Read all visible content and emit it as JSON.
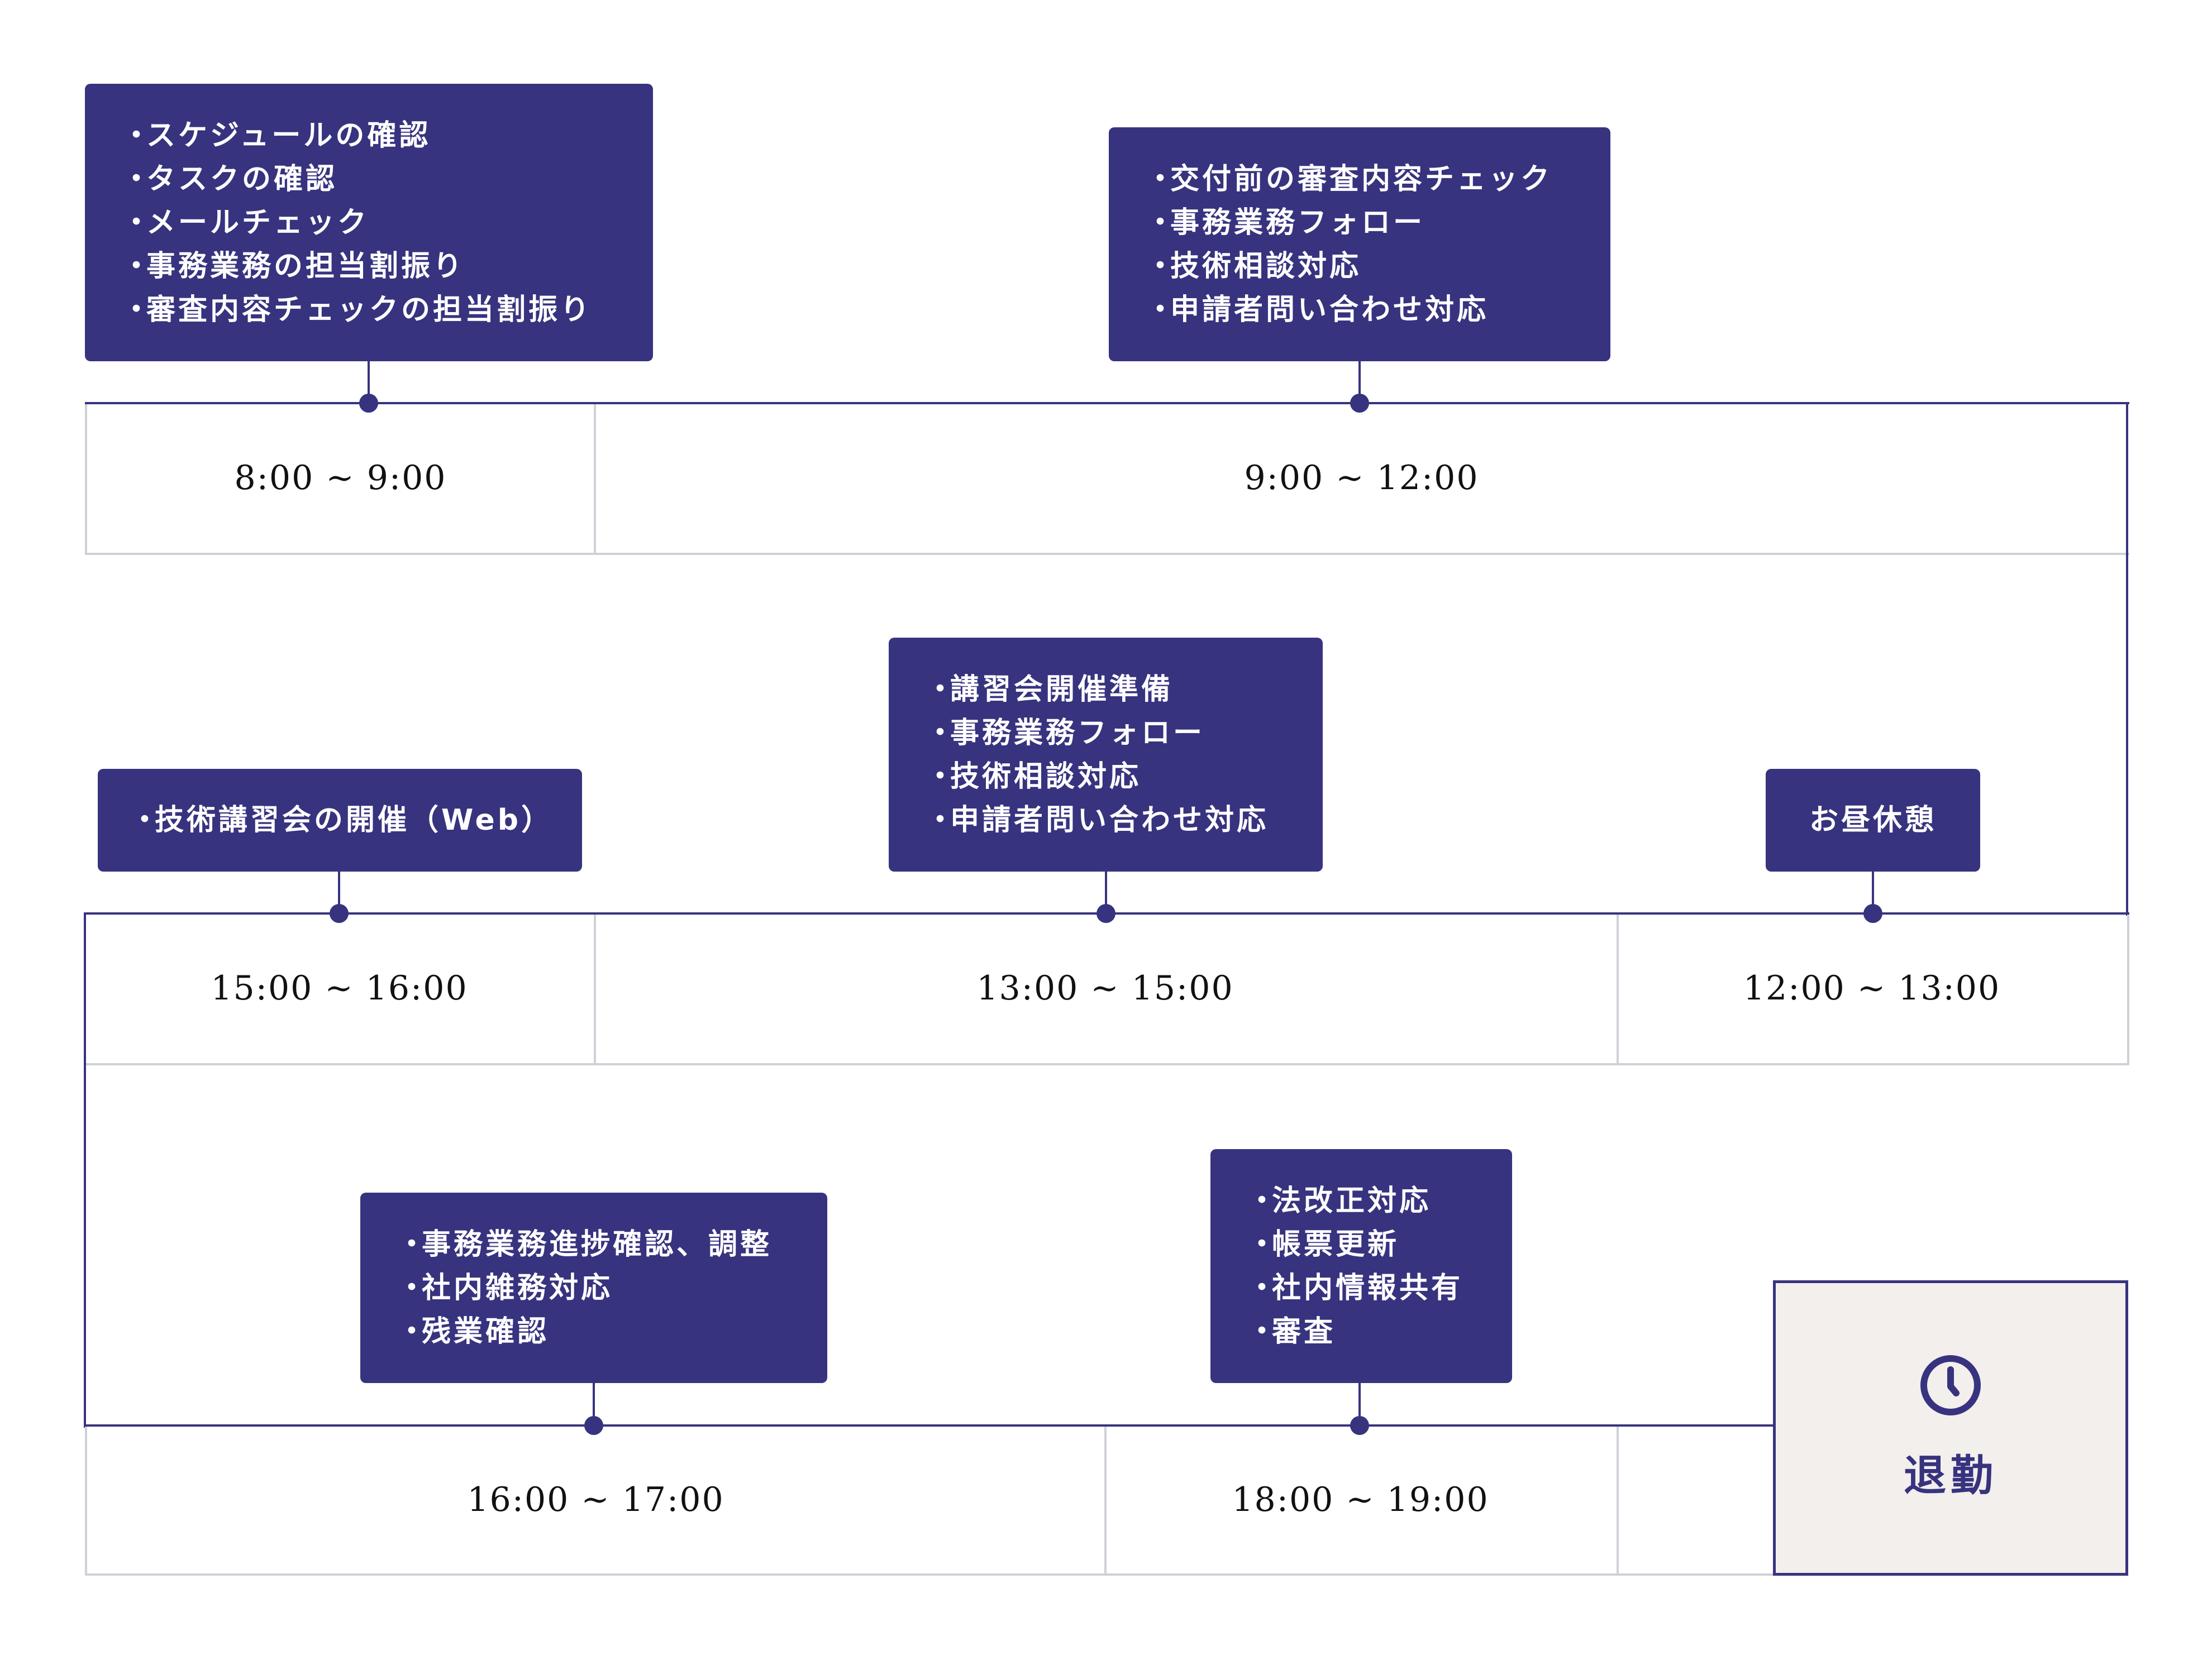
{
  "colors": {
    "accent": "#37337f",
    "grid": "#cfd0d8",
    "end_bg": "#f2efec",
    "text_light": "#ffffff",
    "text_dark": "#111111"
  },
  "bullet": "・",
  "rows": [
    {
      "slots": [
        {
          "time": "8:00 ~ 9:00",
          "tasks": [
            "スケジュールの確認",
            "タスクの確認",
            "メールチェック",
            "事務業務の担当割振り",
            "審査内容チェックの担当割振り"
          ]
        },
        {
          "time": "9:00 ~ 12:00",
          "tasks": [
            "交付前の審査内容チェック",
            "事務業務フォロー",
            "技術相談対応",
            "申請者問い合わせ対応"
          ]
        }
      ]
    },
    {
      "slots": [
        {
          "time": "15:00 ~ 16:00",
          "tasks": [
            "技術講習会の開催（Web）"
          ]
        },
        {
          "time": "13:00 ~ 15:00",
          "tasks": [
            "講習会開催準備",
            "事務業務フォロー",
            "技術相談対応",
            "申請者問い合わせ対応"
          ]
        },
        {
          "time": "12:00 ~ 13:00",
          "label": "お昼休憩"
        }
      ]
    },
    {
      "slots": [
        {
          "time": "16:00 ~ 17:00",
          "tasks": [
            "事務業務進捗確認、調整",
            "社内雑務対応",
            "残業確認"
          ]
        },
        {
          "time": "18:00 ~ 19:00",
          "tasks": [
            "法改正対応",
            "帳票更新",
            "社内情報共有",
            "審査"
          ]
        }
      ]
    }
  ],
  "end": {
    "icon": "clock-icon",
    "label": "退勤"
  }
}
